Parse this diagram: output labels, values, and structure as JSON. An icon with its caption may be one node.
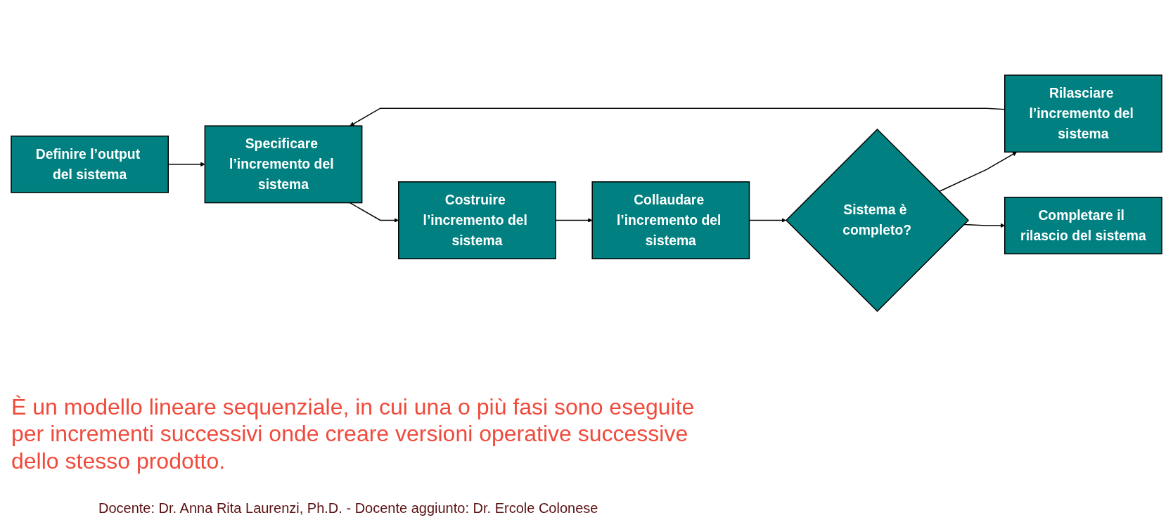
{
  "diagram": {
    "nodes": [
      {
        "text": [
          "Definire l’output del sistema"
        ]
      },
      {
        "text": [
          "Specificare l’incremento del sistema"
        ]
      },
      {
        "text": [
          "Costruire l’incremento del sistema"
        ]
      },
      {
        "text": [
          "Collaudare l’incremento del sistema"
        ]
      },
      {
        "text": [
          "Sistema è completo?"
        ]
      },
      {
        "text": [
          "Rilasciare l’incremento del sistema"
        ]
      },
      {
        "text": [
          "Completare il rilascio del sistema"
        ]
      }
    ],
    "edges": [
      {
        "from": 0,
        "to": 1,
        "arrow": "to"
      },
      {
        "from": 1,
        "to": 2,
        "arrow": "to"
      },
      {
        "from": 2,
        "to": 3,
        "arrow": "to"
      },
      {
        "from": 3,
        "to": 4,
        "arrow": "to"
      },
      {
        "from": 4,
        "to": 5,
        "arrow": "to"
      },
      {
        "from": 5,
        "to": 1,
        "arrow": "to"
      },
      {
        "from": 4,
        "to": 6,
        "arrow": "to"
      }
    ],
    "labels": [
      "È un modello lineare sequenziale, in cui una o più fasi sono eseguite per incrementi successivi onde creare versioni operative successive dello stesso prodotto.",
      "Docente: Dr. Anna Rita Laurenzi, Ph.D. - Docente aggiunto: Dr. Ercole Colonese"
    ]
  }
}
